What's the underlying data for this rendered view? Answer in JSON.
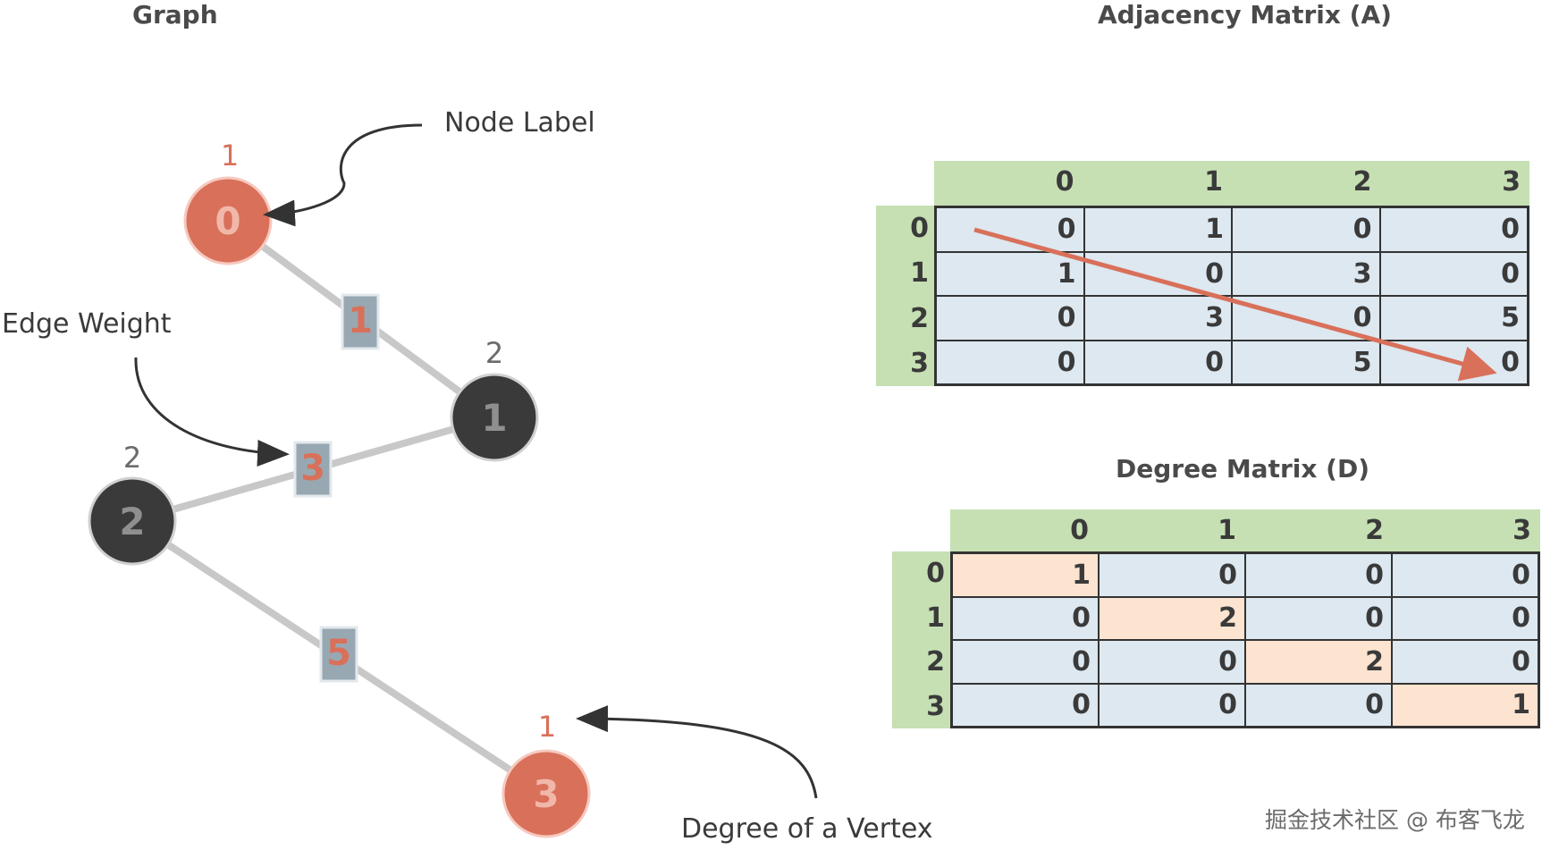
{
  "titles": {
    "graph": "Graph",
    "adjacency": "Adjacency Matrix (A)",
    "degree": "Degree Matrix (D)"
  },
  "callouts": {
    "node_label": "Node Label",
    "edge_weight": "Edge Weight",
    "degree_of_vertex": "Degree of a Vertex"
  },
  "graph": {
    "nodes": [
      {
        "label": "0",
        "degree": "1",
        "color": "#d9705a"
      },
      {
        "label": "1",
        "degree": "2",
        "color": "#3a3a3a"
      },
      {
        "label": "2",
        "degree": "2",
        "color": "#3a3a3a"
      },
      {
        "label": "3",
        "degree": "1",
        "color": "#d9705a"
      }
    ],
    "edges": [
      {
        "from": "0",
        "to": "1",
        "weight": "1"
      },
      {
        "from": "1",
        "to": "2",
        "weight": "3"
      },
      {
        "from": "2",
        "to": "3",
        "weight": "5"
      }
    ]
  },
  "adjacency_matrix": {
    "col_headers": [
      "0",
      "1",
      "2",
      "3"
    ],
    "row_headers": [
      "0",
      "1",
      "2",
      "3"
    ],
    "rows": [
      [
        "0",
        "1",
        "0",
        "0"
      ],
      [
        "1",
        "0",
        "3",
        "0"
      ],
      [
        "0",
        "3",
        "0",
        "5"
      ],
      [
        "0",
        "0",
        "5",
        "0"
      ]
    ]
  },
  "degree_matrix": {
    "col_headers": [
      "0",
      "1",
      "2",
      "3"
    ],
    "row_headers": [
      "0",
      "1",
      "2",
      "3"
    ],
    "rows": [
      [
        "1",
        "0",
        "0",
        "0"
      ],
      [
        "0",
        "2",
        "0",
        "0"
      ],
      [
        "0",
        "0",
        "2",
        "0"
      ],
      [
        "0",
        "0",
        "0",
        "1"
      ]
    ]
  },
  "colors": {
    "header_green": "#c6e0b4",
    "cell_blue": "#dde8f0",
    "diag_peach": "#fce4d0",
    "accent_orange": "#d9705a",
    "node_dark": "#3a3a3a",
    "edge_gray": "#c8c8c8",
    "weight_box": "#98a8b2"
  },
  "watermark": "掘金技术社区 @ 布客飞龙"
}
